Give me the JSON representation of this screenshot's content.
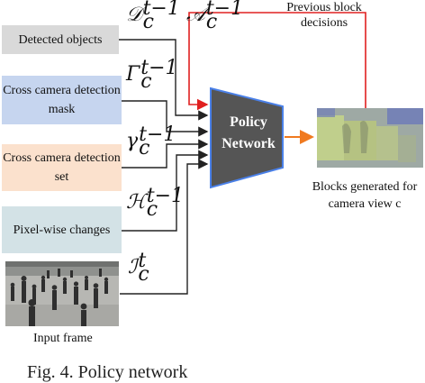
{
  "inputs": [
    {
      "label": "Detected objects",
      "symbol": "𝒟",
      "sup": "t−1",
      "sub": "c",
      "color": "#d9d9d9"
    },
    {
      "label": "Cross camera detection mask",
      "symbol": "Γ",
      "sup": "t−1",
      "sub": "c",
      "color": "#c6d5ef"
    },
    {
      "label": "Cross camera detection set",
      "symbol": "γ",
      "sup": "t−1",
      "sub": "c",
      "color": "#fbe1cd"
    },
    {
      "label": "Pixel-wise changes",
      "symbol": "ℋ",
      "sup": "t−1",
      "sub": "c",
      "color": "#d3e2e6"
    },
    {
      "label": "Input frame",
      "symbol": "ℐ",
      "sup": "t",
      "sub": "c"
    }
  ],
  "feedback": {
    "symbol": "𝒜",
    "sup": "t−1",
    "sub": "c",
    "label": "Previous block decisions",
    "color": "#e02020"
  },
  "network": {
    "label": "Policy Network",
    "fill": "#555555",
    "border": "#4a80e8"
  },
  "output": {
    "label": "Blocks generated for camera view c",
    "arrow_color": "#f07a20"
  },
  "caption": "Fig. 4. Policy network"
}
